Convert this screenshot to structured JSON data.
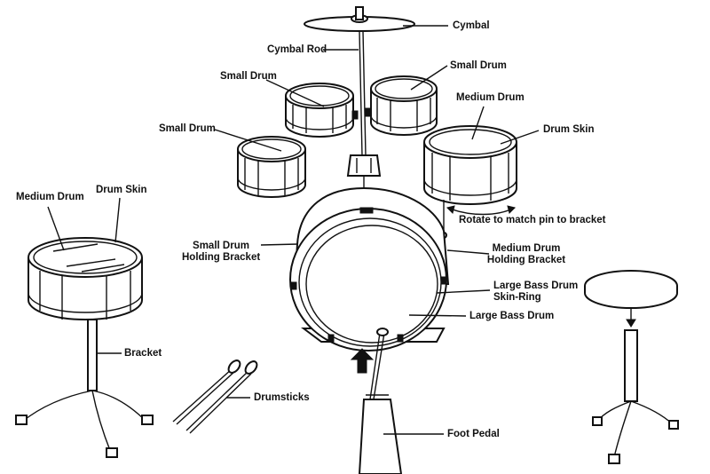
{
  "labels": {
    "cymbal": "Cymbal",
    "cymbal_rod": "Cymbal Rod",
    "small_drum_top_left": "Small Drum",
    "small_drum_top_right": "Small Drum",
    "small_drum_left": "Small Drum",
    "medium_drum_right": "Medium Drum",
    "drum_skin_right": "Drum Skin",
    "medium_drum_left": "Medium Drum",
    "drum_skin_left": "Drum Skin",
    "rotate_hint": "Rotate to match pin to bracket",
    "small_drum_holding_bracket_line1": "Small Drum",
    "small_drum_holding_bracket_line2": "Holding Bracket",
    "medium_drum_holding_bracket_line1": "Medium Drum",
    "medium_drum_holding_bracket_line2": "Holding Bracket",
    "large_bass_skin_ring_line1": "Large Bass Drum",
    "large_bass_skin_ring_line2": "Skin-Ring",
    "large_bass_drum": "Large Bass Drum",
    "bracket": "Bracket",
    "drumsticks": "Drumsticks",
    "foot_pedal": "Foot Pedal"
  }
}
